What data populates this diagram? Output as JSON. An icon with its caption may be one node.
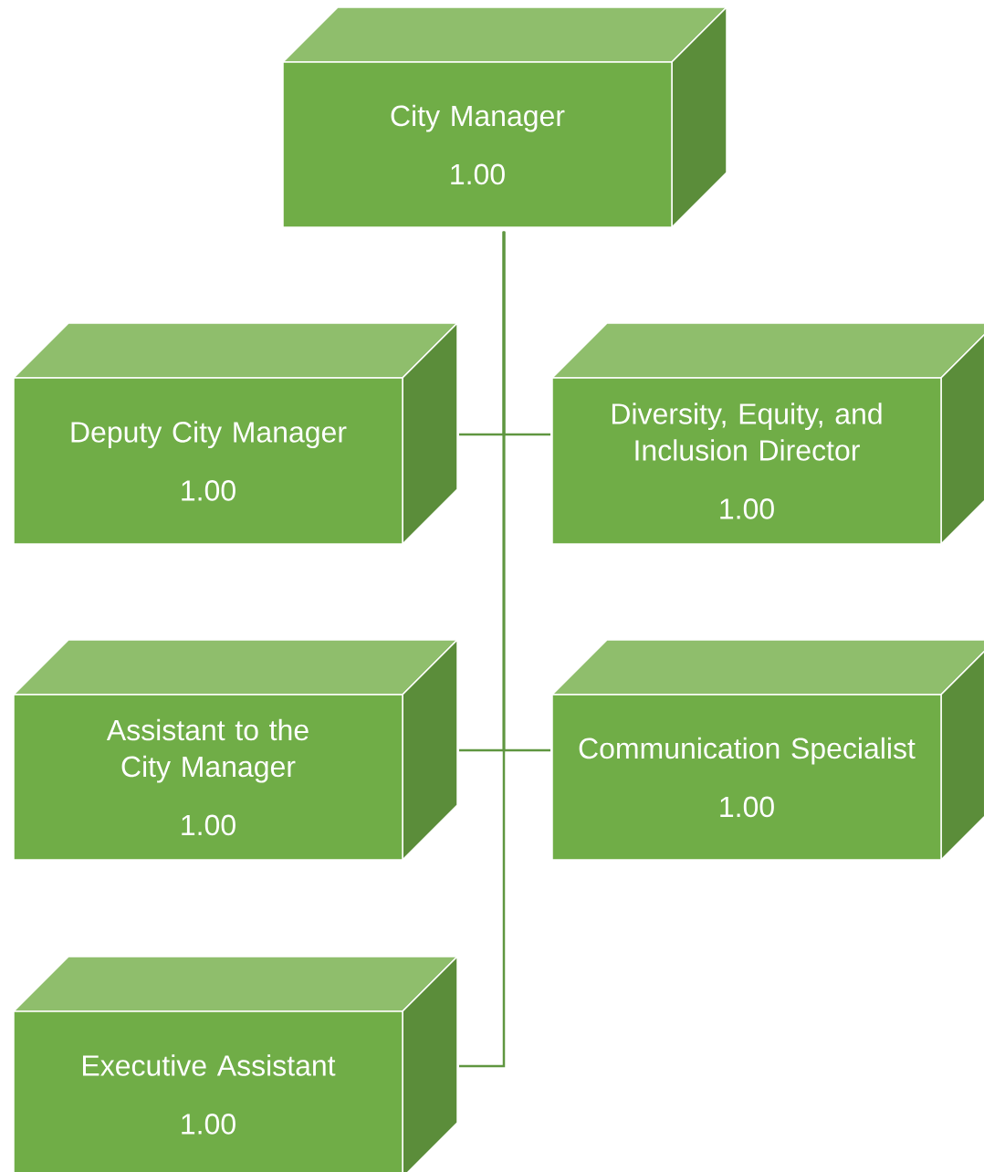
{
  "diagram": {
    "nodes": [
      {
        "text": [
          "City Manager",
          "1.00"
        ]
      },
      {
        "text": [
          "Deputy City Manager",
          "1.00"
        ]
      },
      {
        "text": [
          "Diversity, Equity, and Inclusion Director",
          "1.00"
        ]
      },
      {
        "text": [
          "Assistant to the City Manager",
          "1.00"
        ]
      },
      {
        "text": [
          "Communication Specialist",
          "1.00"
        ]
      },
      {
        "text": [
          "Executive Assistant",
          "1.00"
        ]
      }
    ],
    "edges": [
      {
        "from": 0,
        "to": 1,
        "arrow": "none"
      },
      {
        "from": 0,
        "to": 2,
        "arrow": "none"
      },
      {
        "from": 0,
        "to": 3,
        "arrow": "none"
      },
      {
        "from": 0,
        "to": 4,
        "arrow": "none"
      },
      {
        "from": 0,
        "to": 5,
        "arrow": "none"
      }
    ]
  }
}
